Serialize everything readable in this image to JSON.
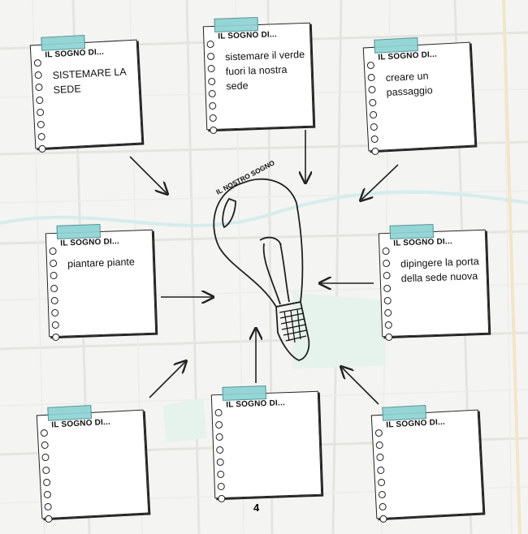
{
  "header_text": "IL SOGNO DI...",
  "bulb_caption": "IL NOSTRO SOGNO",
  "page_number": "4",
  "tape_color": "#8fd3d3",
  "notes": [
    {
      "text": "SISTEMARE LA SEDE"
    },
    {
      "text": "sistemare il verde fuori la nostra sede"
    },
    {
      "text": "creare un passaggio"
    },
    {
      "text": "piantare piante"
    },
    {
      "text": "dipingere la porta della sede nuova"
    },
    {
      "text": ""
    },
    {
      "text": ""
    },
    {
      "text": ""
    }
  ]
}
